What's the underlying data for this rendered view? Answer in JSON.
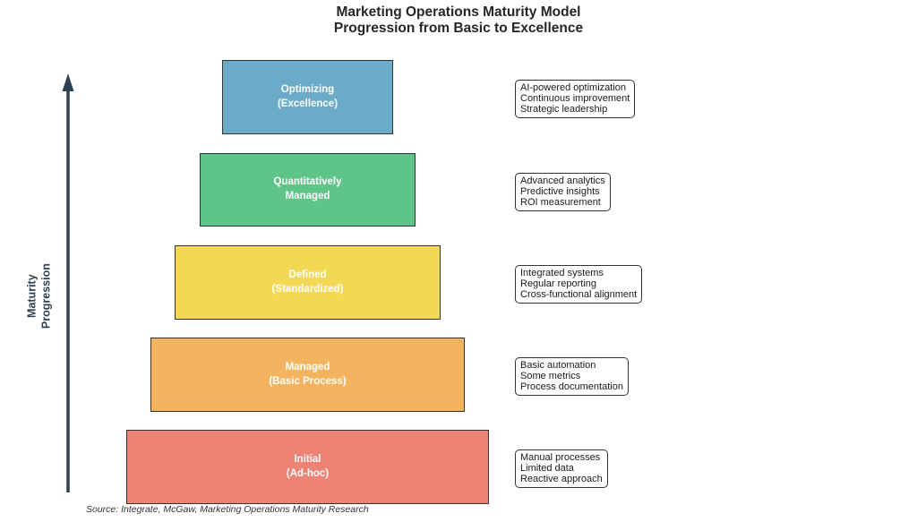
{
  "title": {
    "line1": "Marketing Operations Maturity Model",
    "line2": "Progression from Basic to Excellence"
  },
  "axis": {
    "label_line1": "Maturity",
    "label_line2": "Progression",
    "arrow_color": "#2e4053"
  },
  "levels": [
    {
      "name_line1": "Optimizing",
      "name_line2": "(Excellence)",
      "color": "#6babc7",
      "features": [
        "AI-powered optimization",
        "Continuous improvement",
        "Strategic leadership"
      ]
    },
    {
      "name_line1": "Quantitatively",
      "name_line2": "Managed",
      "color": "#5ec488",
      "features": [
        "Advanced analytics",
        "Predictive insights",
        "ROI measurement"
      ]
    },
    {
      "name_line1": "Defined",
      "name_line2": "(Standardized)",
      "color": "#f2d853",
      "features": [
        "Integrated systems",
        "Regular reporting",
        "Cross-functional alignment"
      ]
    },
    {
      "name_line1": "Managed",
      "name_line2": "(Basic Process)",
      "color": "#f4b45f",
      "features": [
        "Basic automation",
        "Some metrics",
        "Process documentation"
      ]
    },
    {
      "name_line1": "Initial",
      "name_line2": "(Ad-hoc)",
      "color": "#ec8374",
      "features": [
        "Manual processes",
        "Limited data",
        "Reactive approach"
      ]
    }
  ],
  "source": "Source: Integrate, McGaw, Marketing Operations Maturity Research"
}
